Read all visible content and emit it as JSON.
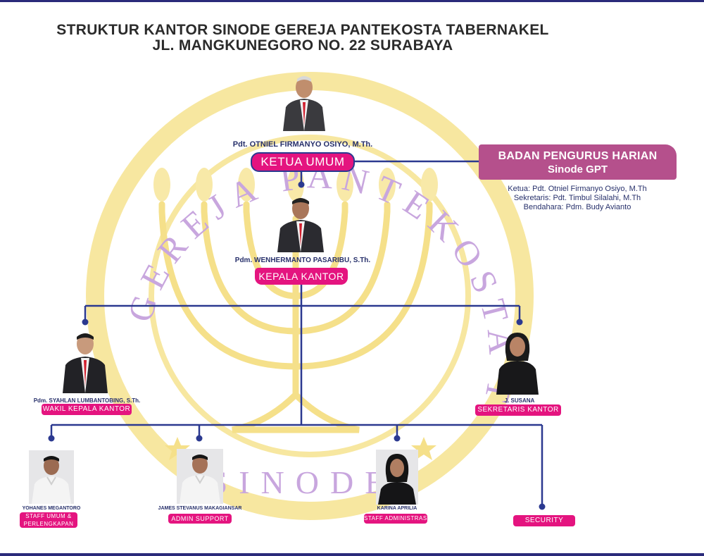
{
  "title": {
    "line1": "STRUKTUR KANTOR SINODE GEREJA PANTEKOSTA TABERNAKEL",
    "line2": "JL. MANGKUNEGORO NO. 22 SURABAYA"
  },
  "watermark": {
    "text": "GEREJA PANTEKOSTA TABERNAKEL",
    "bottom_text": "SINODE",
    "color": "#f5e08a",
    "letter_color": "#c8a6de"
  },
  "ketua_umum": {
    "name": "Pdt. OTNIEL FIRMANYO OSIYO, M.Th.",
    "role": "KETUA UMUM"
  },
  "kepala_kantor": {
    "name": "Pdm. WENHERMANTO PASARIBU, S.Th.",
    "role": "KEPALA KANTOR"
  },
  "wakil": {
    "name": "Pdm. SYAHLAN LUMBANTOBING, S.Th.",
    "role": "WAKIL KEPALA KANTOR"
  },
  "sekretaris": {
    "name": "J. SUSANA",
    "role": "SEKRETARIS KANTOR"
  },
  "staff_umum": {
    "name": "YOHANES MEGANTORO",
    "role_line1": "STAFF UMUM &",
    "role_line2": "PERLENGKAPAN"
  },
  "admin": {
    "name": "JAMES STEVANUS MAKAGIANSAR",
    "role": "ADMIN SUPPORT"
  },
  "staff_adm": {
    "name": "KARINA APRILIA",
    "role": "STAFF ADMINISTRASI"
  },
  "security": {
    "role": "SECURITY"
  },
  "bph": {
    "title_line1": "BADAN PENGURUS HARIAN",
    "title_line2": "Sinode GPT",
    "ketua": "Ketua: Pdt. Otniel Firmanyo Osiyo, M.Th",
    "sekretaris": "Sekretaris: Pdt. Timbul Silalahi, M.Th",
    "bendahara": "Bendahara: Pdm. Budy Avianto"
  },
  "colors": {
    "navy": "#2b3990",
    "magenta": "#e4147f",
    "bph_purple": "#b5508c",
    "name_text": "#27306b"
  }
}
